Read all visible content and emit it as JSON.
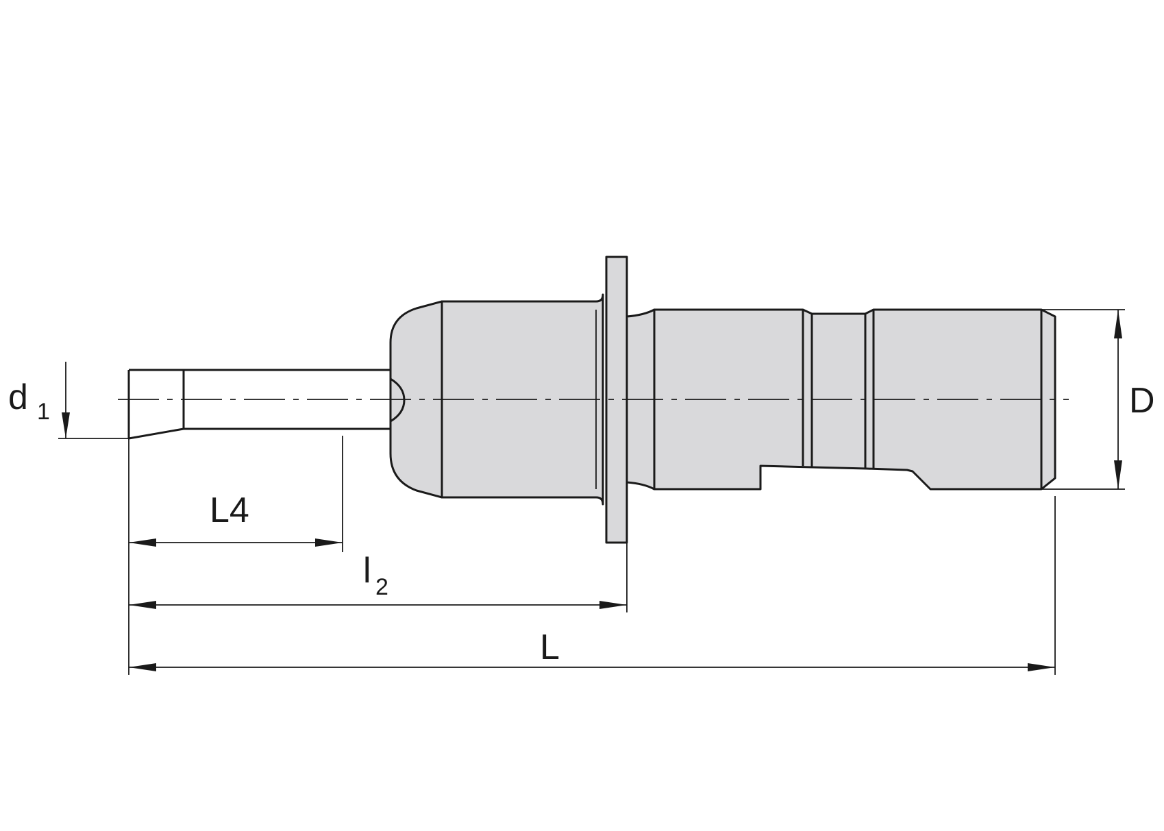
{
  "labels": {
    "d1_main": "d",
    "d1_sub": "1",
    "D": "D",
    "L4": "L4",
    "l2_main": "l",
    "l2_sub": "2",
    "L": "L"
  },
  "colors": {
    "body_fill": "#d9d9db",
    "line": "#1a1a1a",
    "background": "#ffffff"
  }
}
